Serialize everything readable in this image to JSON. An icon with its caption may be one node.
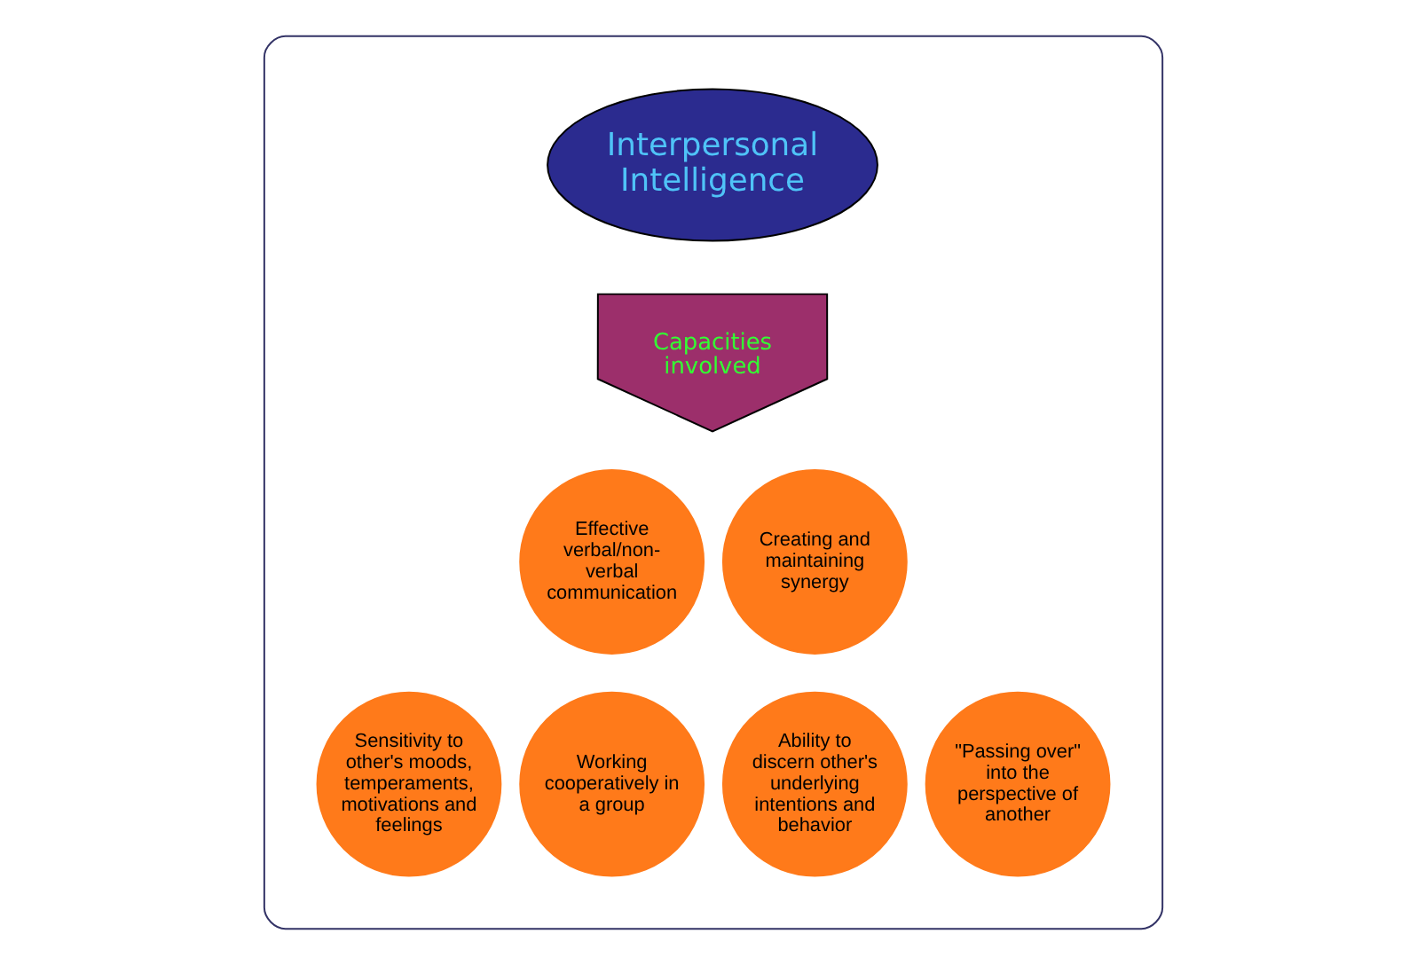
{
  "diagram": {
    "nodes": [
      {
        "text": [],
        "shape": "ellipse"
      },
      {
        "text": [
          "Interpersonal Intelligence"
        ],
        "in": 0
      },
      {
        "text": [
          "Capacities involved"
        ],
        "in": 0
      },
      {
        "text": [
          "Effective verbal/non-verbal communication"
        ],
        "in": 0
      },
      {
        "text": [
          "Creating and maintaining synergy"
        ],
        "in": 0
      },
      {
        "text": [
          "Sensitivity to other's moods, temperaments, motivations and feelings"
        ],
        "in": 0
      },
      {
        "text": [
          "Working cooperatively in a group"
        ],
        "in": 0
      },
      {
        "text": [
          "Ability to discern other's underlying intentions and behavior"
        ],
        "in": 0
      },
      {
        "text": [
          "\"Passing over\" into the perspective of another"
        ],
        "in": 0
      }
    ]
  }
}
